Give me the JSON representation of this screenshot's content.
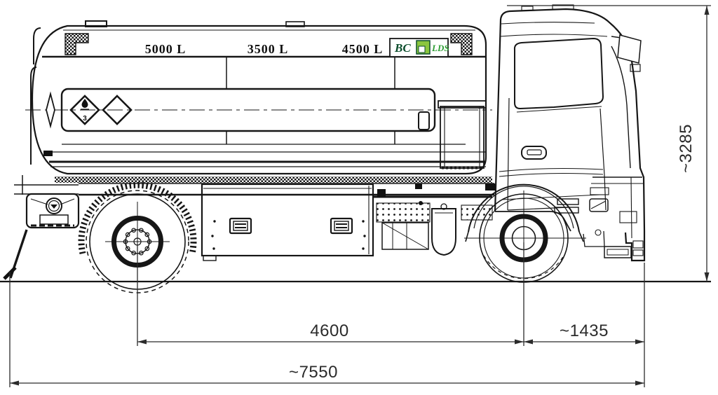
{
  "drawing": {
    "type": "technical-side-elevation",
    "subject": "fuel tanker truck",
    "tank_labels": {
      "c1": "5000 L",
      "c2": "3500 L",
      "c3": "4500 L"
    },
    "logo": {
      "left": "BC",
      "right": "LDS"
    },
    "placard_class": "3",
    "dimensions": {
      "overall_height": "~3285",
      "wheelbase": "4600",
      "front_section": "~1435",
      "overall_length": "~7550"
    },
    "colors": {
      "line": "#161616",
      "logo_dark_green": "#0b4d2c",
      "logo_bright_green": "#8bc63e",
      "logo_text_green": "#2f9e35"
    }
  }
}
